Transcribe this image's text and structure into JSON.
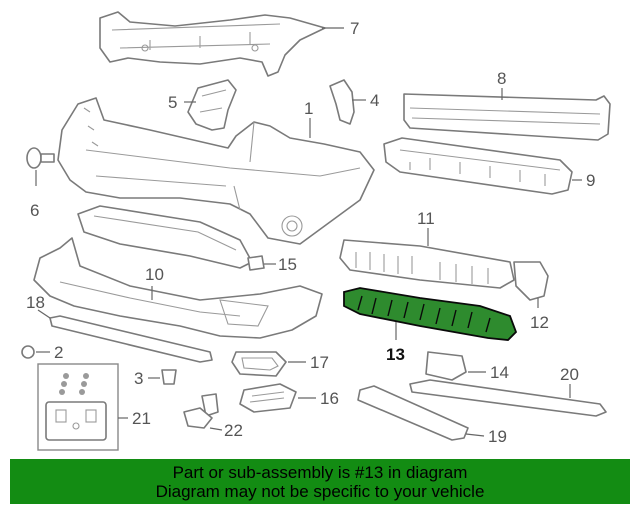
{
  "callouts": {
    "c1": "1",
    "c2": "2",
    "c3": "3",
    "c4": "4",
    "c5": "5",
    "c6": "6",
    "c7": "7",
    "c8": "8",
    "c9": "9",
    "c10": "10",
    "c11": "11",
    "c12": "12",
    "c13": "13",
    "c14": "14",
    "c15": "15",
    "c16": "16",
    "c17": "17",
    "c18": "18",
    "c19": "19",
    "c20": "20",
    "c21": "21",
    "c22": "22"
  },
  "highlighted_part": "13",
  "colors": {
    "banner_bg": "#138c13",
    "highlight_fill": "#2e8b2e",
    "line": "#7a7a7a"
  },
  "banner": {
    "line1": "Part or sub-assembly is #13 in diagram",
    "line2": "Diagram may not be specific to your vehicle"
  }
}
